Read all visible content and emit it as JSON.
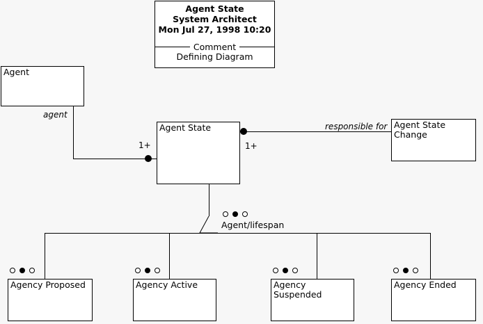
{
  "diagram": {
    "type": "uml-class-diagram",
    "title_note": {
      "name": "Agent State",
      "tool": "System Architect",
      "timestamp": "Mon Jul 27, 1998  10:20",
      "separator_label": "Comment",
      "comment": "Defining Diagram"
    },
    "classes": [
      {
        "id": "agent",
        "label": "Agent",
        "state_marker": false
      },
      {
        "id": "agent-state",
        "label": "Agent State",
        "state_marker": false
      },
      {
        "id": "asc",
        "label": "Agent State\nChange",
        "state_marker": false
      },
      {
        "id": "proposed",
        "label": "Agency Proposed",
        "state_marker": true
      },
      {
        "id": "active",
        "label": "Agency Active",
        "state_marker": true
      },
      {
        "id": "suspended",
        "label": "Agency\nSuspended",
        "state_marker": true
      },
      {
        "id": "ended",
        "label": "Agency Ended",
        "state_marker": true
      }
    ],
    "associations": [
      {
        "id": "agent-to-agent-state",
        "role_label": "agent",
        "multiplicity": "1+",
        "from": "agent",
        "to": "agent-state"
      },
      {
        "id": "agent-state-to-change",
        "role_label": "responsible for",
        "multiplicity": "1+",
        "from": "agent-state",
        "to": "asc"
      }
    ],
    "generalization": {
      "id": "agent-lifespan",
      "discriminator": "Agent/lifespan",
      "parent": "agent-state",
      "children": [
        "proposed",
        "active",
        "suspended",
        "ended"
      ],
      "state_marker": true
    },
    "colors": {
      "background": "#f7f7f7",
      "box_fill": "#ffffff",
      "line": "#000000",
      "text": "#000000"
    }
  }
}
